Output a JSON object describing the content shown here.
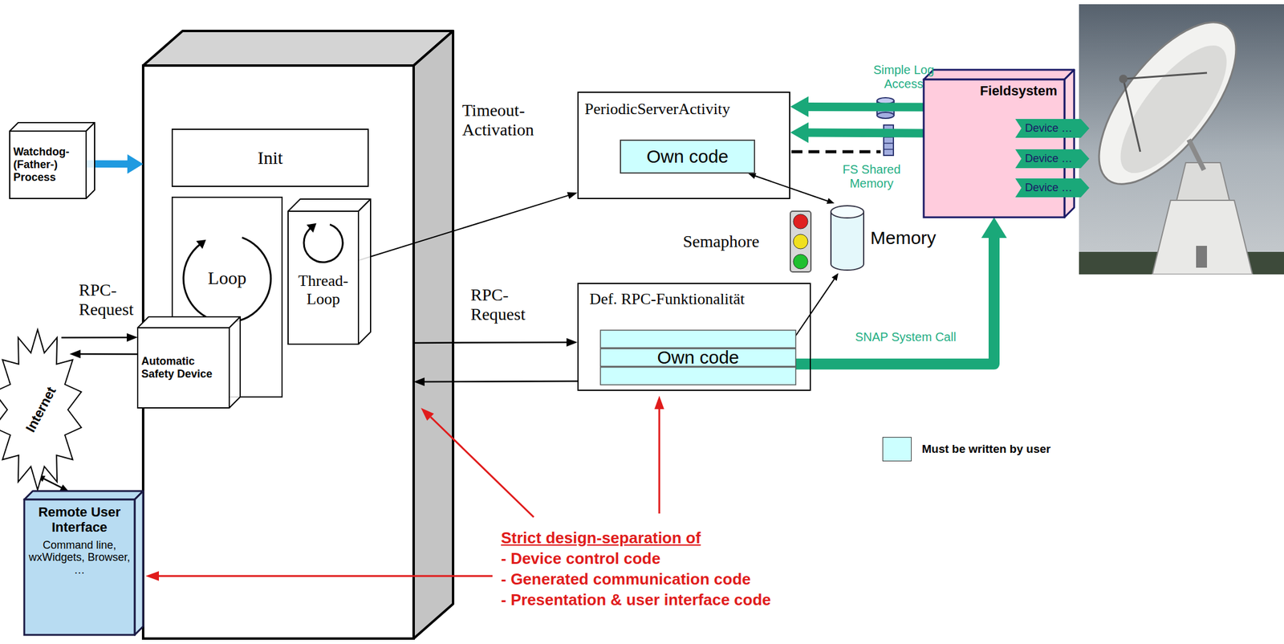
{
  "diagram": {
    "nodes": [
      {
        "text": [
          "Watchdog- (Father-) Process"
        ]
      },
      {
        "text": []
      },
      {
        "text": [
          "Init"
        ],
        "in": 1
      },
      {
        "text": [
          "Loop"
        ],
        "in": 1
      },
      {
        "text": [
          "Thread- Loop"
        ],
        "in": 1
      },
      {
        "text": [
          "Automatic Safety Device"
        ],
        "in": 1
      },
      {
        "text": [
          "PeriodicServerActivity"
        ]
      },
      {
        "text": [
          "Own code"
        ],
        "in": 6
      },
      {
        "text": [
          "Def. RPC-Funktionalität"
        ]
      },
      {
        "text": [
          "Own code"
        ],
        "in": 8
      },
      {
        "text": [
          "Fieldsystem"
        ]
      },
      {
        "text": [
          "Device …"
        ],
        "in": 10
      },
      {
        "text": [
          "Device …"
        ],
        "in": 10
      },
      {
        "text": [
          "Device …"
        ],
        "in": 10
      },
      {
        "text": [
          "Semaphore"
        ]
      },
      {
        "text": [
          "Memory"
        ]
      },
      {
        "text": [
          "Internet"
        ]
      },
      {
        "text": [
          "Remote User Interface",
          "Command line, wxWidgets, Browser, …"
        ]
      }
    ],
    "edges": [
      {
        "from": 0,
        "to": 1,
        "arrow": "to"
      },
      {
        "from": 4,
        "to": 6,
        "label": "Timeout- Activation",
        "arrow": "to"
      },
      {
        "from": 1,
        "to": 8,
        "label": "RPC- Request",
        "arrow": "to"
      },
      {
        "from": 8,
        "to": 1,
        "arrow": "to"
      },
      {
        "from": 16,
        "to": 5,
        "label": "RPC- Request",
        "arrow": "to"
      },
      {
        "from": 5,
        "to": 16,
        "arrow": "to"
      },
      {
        "from": 16,
        "to": 17,
        "arrow": "both"
      },
      {
        "from": 10,
        "to": 6,
        "arrow": "to"
      },
      {
        "from": 10,
        "to": 6,
        "arrow": "to"
      },
      {
        "from": 9,
        "to": 10,
        "label": "SNAP System Call",
        "arrow": "to"
      },
      {
        "from": 7,
        "to": 15,
        "arrow": "both"
      },
      {
        "from": 9,
        "to": 15,
        "arrow": "to"
      }
    ],
    "labels": [
      "Simple Log Access",
      "FS Shared Memory",
      "Strict design-separation of",
      "- Device control code",
      "- Generated communication code",
      "- Presentation & user interface code"
    ],
    "legend": [
      {
        "text": "Must be written by user",
        "color": "#ccffff"
      }
    ]
  }
}
